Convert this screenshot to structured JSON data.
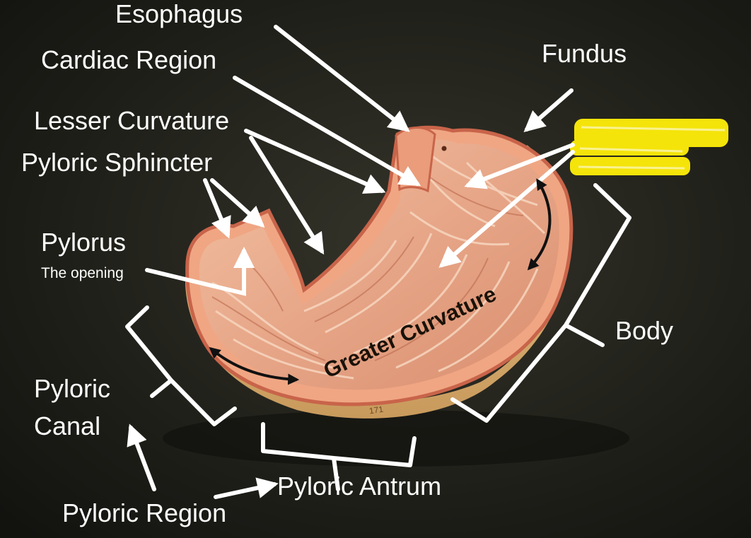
{
  "labels": {
    "esophagus": "Esophagus",
    "cardiac_region": "Cardiac Region",
    "fundus": "Fundus",
    "lesser_curvature": "Lesser Curvature",
    "pyloric_sphincter": "Pyloric Sphincter",
    "pylorus": "Pylorus",
    "pylorus_note": "The opening",
    "body": "Body",
    "pyloric_canal_line1": "Pyloric",
    "pyloric_canal_line2": "Canal",
    "greater_curvature": "Greater Curvature",
    "pyloric_antrum": "Pyloric Antrum",
    "pyloric_region": "Pyloric Region",
    "model_number": "171"
  },
  "colors": {
    "background": "#1b1b17",
    "label_text": "#ffffff",
    "stomach_outer": "#f0a683",
    "stomach_inner": "#e6a688",
    "stomach_rim": "#c8644a",
    "greater_curvature_text": "#1a1208",
    "redaction_highlight": "#f4e40a"
  },
  "icons": [
    "arrow-icon",
    "bracket-icon",
    "double-arrow-icon"
  ]
}
